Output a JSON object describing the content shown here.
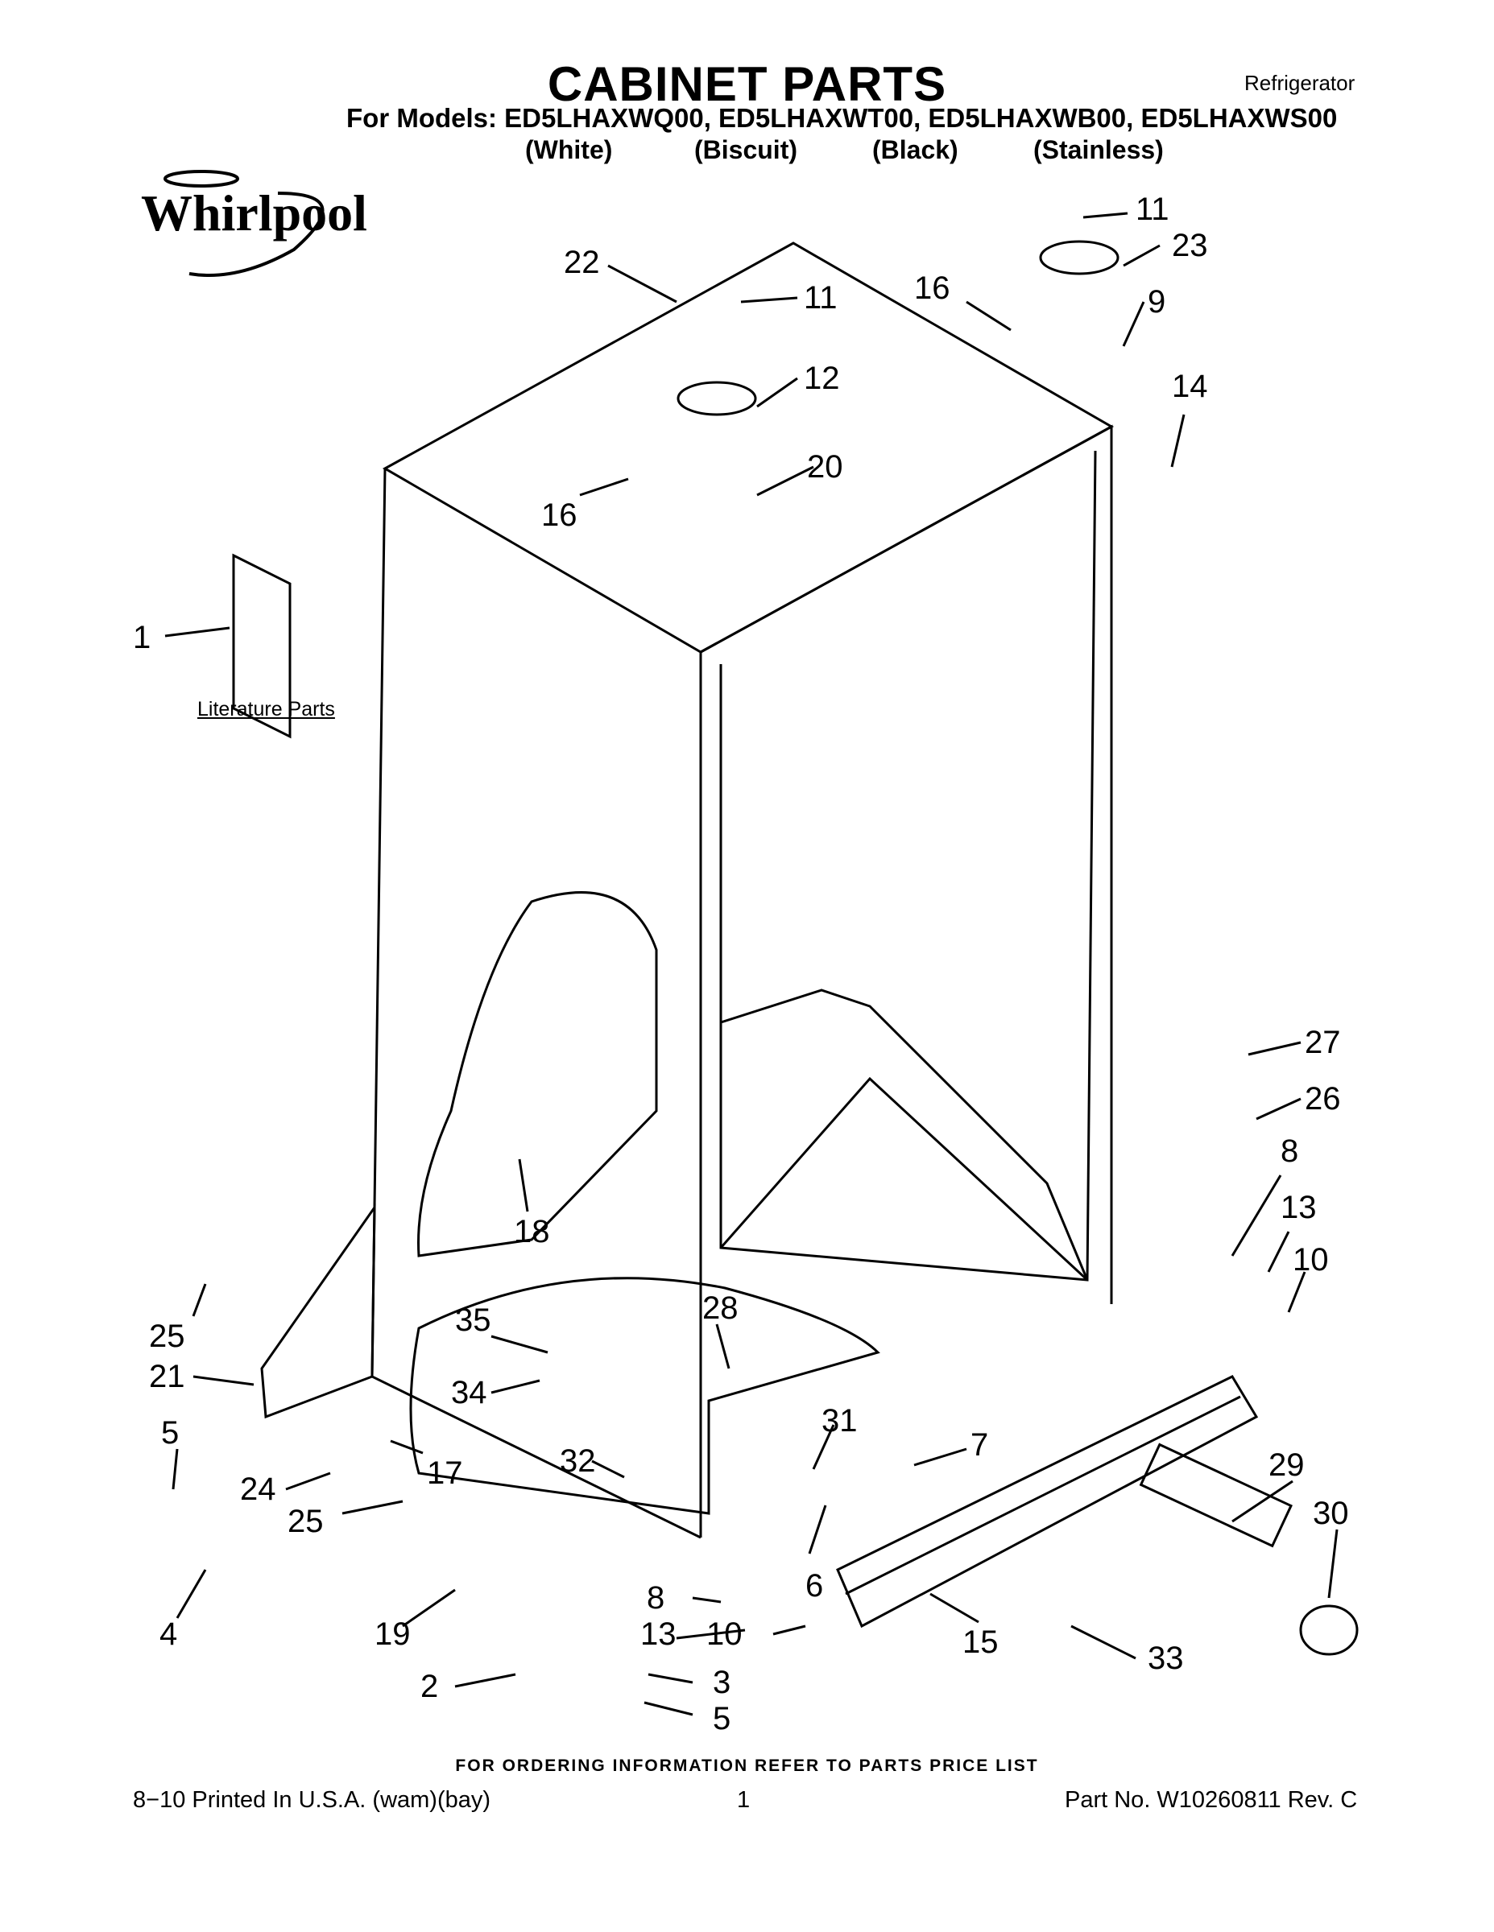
{
  "header": {
    "title": "CABINET PARTS",
    "category": "Refrigerator",
    "models_line": "For Models: ED5LHAXWQ00, ED5LHAXWT00, ED5LHAXWB00, ED5LHAXWS00",
    "variants": [
      "(White)",
      "(Biscuit)",
      "(Black)",
      "(Stainless)"
    ]
  },
  "brand": {
    "name": "Whirlpool"
  },
  "diagram": {
    "literature_label": "Literature Parts",
    "callouts": [
      "1",
      "22",
      "11",
      "12",
      "16",
      "20",
      "16",
      "11",
      "23",
      "9",
      "14",
      "27",
      "26",
      "8",
      "13",
      "10",
      "18",
      "25",
      "21",
      "35",
      "28",
      "34",
      "31",
      "7",
      "29",
      "30",
      "5",
      "24",
      "17",
      "32",
      "25",
      "8",
      "6",
      "13",
      "10",
      "33",
      "15",
      "4",
      "19",
      "2",
      "3",
      "5"
    ]
  },
  "footer": {
    "ordering_note": "FOR ORDERING INFORMATION REFER TO PARTS PRICE LIST",
    "print_info": "8−10 Printed In U.S.A. (wam)(bay)",
    "page_number": "1",
    "part_number": "Part No. W10260811 Rev. C"
  }
}
